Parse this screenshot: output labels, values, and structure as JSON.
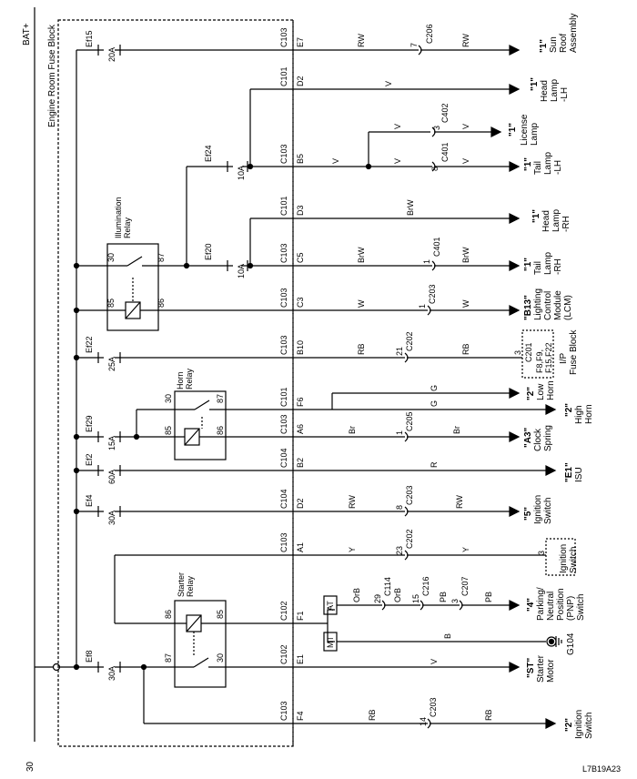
{
  "power": {
    "bat": "BAT+",
    "ground": "30"
  },
  "block_title": "Engine Room Fuse Block",
  "fuses": {
    "ef15": {
      "name": "Ef15",
      "amp": "20A"
    },
    "ef24": {
      "name": "Ef24",
      "amp": "10A"
    },
    "ef20": {
      "name": "Ef20",
      "amp": "10A"
    },
    "ef22": {
      "name": "Ef22",
      "amp": "25A"
    },
    "ef29": {
      "name": "Ef29",
      "amp": "15A"
    },
    "ef2": {
      "name": "Ef2",
      "amp": "60A"
    },
    "ef4": {
      "name": "Ef4",
      "amp": "30A"
    },
    "ef8": {
      "name": "Ef8",
      "amp": "30A"
    }
  },
  "relays": {
    "illum": {
      "l1": "Illumination",
      "l2": "Relay",
      "p30": "30",
      "p87": "87",
      "p85": "85",
      "p86": "86"
    },
    "horn": {
      "l1": "Horn",
      "l2": "Relay",
      "p30": "30",
      "p87": "87",
      "p85": "85",
      "p86": "86"
    },
    "starter": {
      "l1": "Starter",
      "l2": "Relay",
      "p86": "86",
      "p85": "85",
      "p87": "87",
      "p30": "30"
    }
  },
  "circuits": [
    {
      "id": "sunroof",
      "c1": "C103",
      "c2": "E7",
      "w1": "RW",
      "conn": "C206",
      "pin": "7",
      "w2": "RW",
      "dest": [
        "\"1\"",
        "Sun",
        "Roof",
        "Assembly"
      ]
    },
    {
      "id": "headlh",
      "c1": "C101",
      "c2": "D2",
      "w1": "V",
      "dest": [
        "\"1\"",
        "Head",
        "Lamp",
        "-LH"
      ]
    },
    {
      "id": "license",
      "w1": "V",
      "conn": "C402",
      "pin": "3",
      "w2": "V",
      "dest": [
        "\"1\"",
        "License",
        "Lamp"
      ]
    },
    {
      "id": "taillh",
      "c1": "C103",
      "c2": "B5",
      "w1": "V",
      "conn": "C401",
      "pin": "8",
      "w2": "V",
      "dest": [
        "\"1\"",
        "Tail",
        "Lamp",
        "-LH"
      ]
    },
    {
      "id": "headrh",
      "c1": "C101",
      "c2": "D3",
      "w1": "BrW",
      "dest": [
        "\"1\"",
        "Head",
        "Lamp",
        "-RH"
      ]
    },
    {
      "id": "tailrh",
      "c1": "C103",
      "c2": "C5",
      "w1": "BrW",
      "conn": "C401",
      "pin": "1",
      "w2": "BrW",
      "dest": [
        "\"1\"",
        "Tail",
        "Lamp",
        "-RH"
      ]
    },
    {
      "id": "lcm",
      "c1": "C103",
      "c2": "C3",
      "w1": "W",
      "conn": "C203",
      "pin": "1",
      "w2": "W",
      "dest": [
        "\"B13\"",
        "Lighting",
        "Control",
        "Module",
        "(LCM)"
      ]
    },
    {
      "id": "ipfuse",
      "c1": "C103",
      "c2": "B10",
      "w1": "RB",
      "conn": "C202",
      "pin": "21",
      "w2": "RB",
      "dest": [
        "I/P",
        "Fuse Block"
      ]
    },
    {
      "id": "lowhorn",
      "c1": "C101",
      "c2": "F6",
      "w1": "G",
      "dest": [
        "\"2\"",
        "Low",
        "Horn"
      ]
    },
    {
      "id": "highhorn",
      "w1": "G",
      "dest": [
        "\"2\"",
        "High",
        "Horn"
      ]
    },
    {
      "id": "clock",
      "c1": "C103",
      "c2": "A6",
      "w1": "Br",
      "conn": "C205",
      "pin": "1",
      "w2": "Br",
      "dest": [
        "\"A3\"",
        "Clock",
        "Spring"
      ]
    },
    {
      "id": "isu",
      "c1": "C104",
      "c2": "B2",
      "w1": "R",
      "dest": [
        "\"E1\"",
        "ISU"
      ]
    },
    {
      "id": "ign5",
      "c1": "C104",
      "c2": "D2",
      "w1": "RW",
      "conn": "C203",
      "pin": "8",
      "w2": "RW",
      "dest": [
        "\"5\"",
        "Ignition",
        "Switch"
      ]
    },
    {
      "id": "ign3",
      "c1": "C103",
      "c2": "A1",
      "w1": "Y",
      "conn": "C202",
      "pin": "23",
      "w2": "Y",
      "dest": [
        "Ignition",
        "Switch"
      ]
    },
    {
      "id": "pnp",
      "c1": "C102",
      "c2": "F1",
      "w1": "OrB",
      "dest": [
        "\"4\"",
        "Parking/",
        "Neutral",
        "Position",
        "(PNP)",
        "Switch"
      ]
    },
    {
      "id": "gnd",
      "w1": "B",
      "dest": [
        "G104"
      ]
    },
    {
      "id": "starter",
      "c1": "C102",
      "c2": "E1",
      "w1": "V",
      "dest": [
        "\"ST\"",
        "Starter",
        "Motor"
      ]
    },
    {
      "id": "ign2",
      "c1": "C103",
      "c2": "F4",
      "w1": "RB",
      "conn": "C203",
      "pin": "14",
      "w2": "RB",
      "dest": [
        "\"2\"",
        "Ignition",
        "Switch"
      ]
    }
  ],
  "ipfuse": {
    "pin": "3",
    "conn": "C201",
    "fuses1": "F8,F9,",
    "fuses2": "F15,F22"
  },
  "ignbox": {
    "pin": "3"
  },
  "pnp_chain": {
    "c114": "C114",
    "p29": "29",
    "w_orb2": "OrB",
    "c216": "C216",
    "p15": "15",
    "w_pb1": "PB",
    "c207": "C207",
    "p3": "3",
    "w_pb2": "PB",
    "at": "AT",
    "mt": "MT"
  },
  "figure_id": "L7B19A23"
}
